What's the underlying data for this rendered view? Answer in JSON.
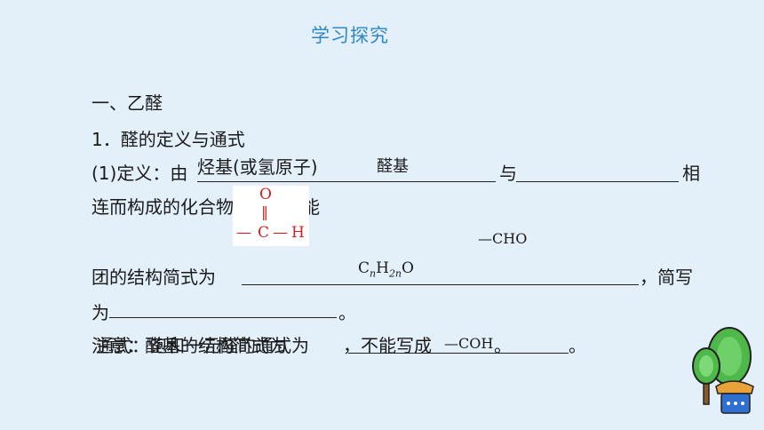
{
  "page": {
    "title": "学习探究",
    "section_heading": "一、乙醛",
    "subsection_heading": "1．醛的定义与通式"
  },
  "definition": {
    "prefix": "(1)定义：由",
    "answer1": "烃基(或氢原子)",
    "answer2": "醛基",
    "conj": "与",
    "suffix": "相",
    "line2_start": "连而构成的化合物",
    "line2_end": "能",
    "answer3": "—CHO",
    "line3_prefix": "团的结构简式为",
    "answer4": "CnH2nO",
    "answer4_parts": {
      "c": "C",
      "n1": "n",
      "h": "H",
      "n2": "2n",
      "o": "O"
    },
    "line3_suffix": "，简写",
    "line4_prefix": "为",
    "line4_suffix": "。"
  },
  "formula": {
    "o": "O",
    "bond": "‖",
    "left_bond": "—",
    "c": "C",
    "right_bond": "—",
    "h": "H"
  },
  "note": {
    "overlap_a": "注意：醛基的结构简式为",
    "overlap_b": "通式：饱和一元醛的通式为",
    "middle": "，不能写成",
    "answer": "—COH",
    "suffix": "。",
    "end": "。"
  },
  "colors": {
    "background": "#e3f0fa",
    "title": "#2e86c6",
    "formula": "#d11f1f"
  }
}
